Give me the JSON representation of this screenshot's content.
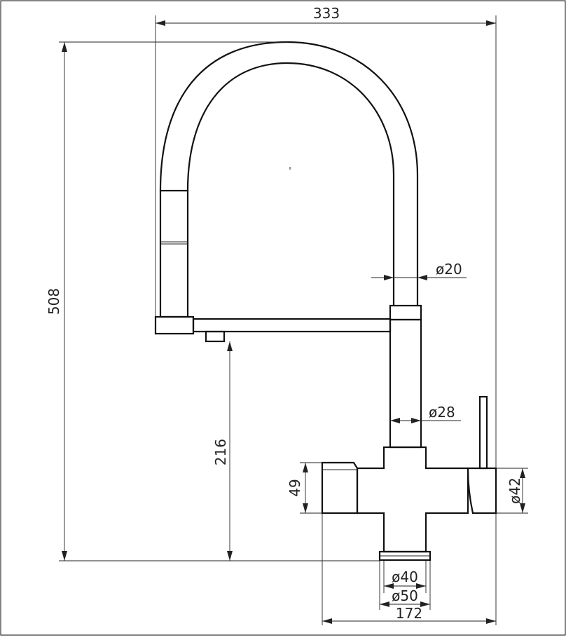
{
  "diagram": {
    "dimensions": {
      "overall_width": "333",
      "overall_height": "508",
      "spout_height": "216",
      "hose_diameter": "ø20",
      "body_diameter": "ø28",
      "handle_height": "49",
      "right_handle_diameter": "ø42",
      "base_inner_diameter": "ø40",
      "base_outer_diameter": "ø50",
      "body_width": "172"
    },
    "colors": {
      "line": "#111111",
      "background": "#ffffff"
    }
  }
}
